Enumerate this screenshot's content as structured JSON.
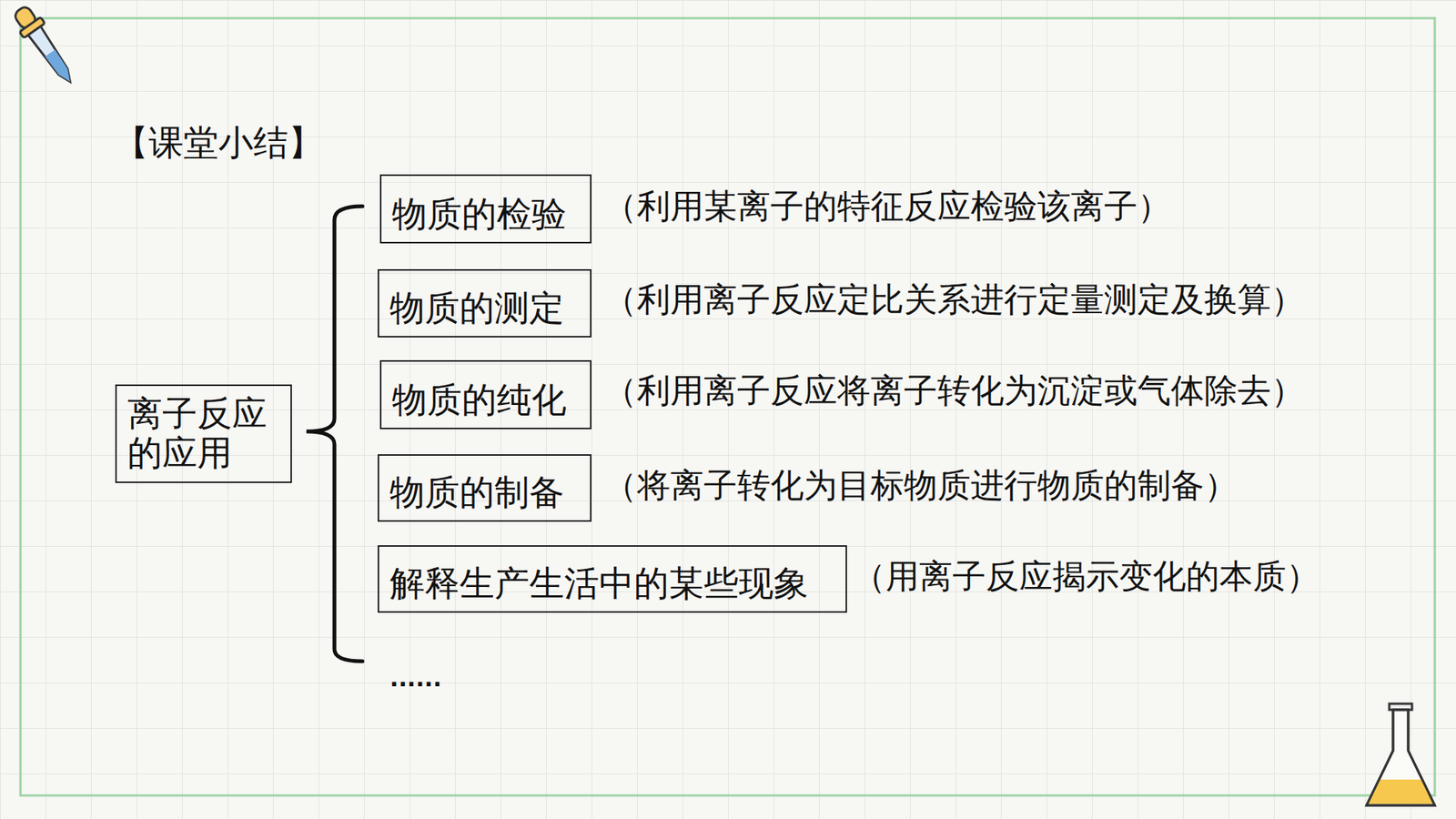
{
  "diagram": {
    "title": "【课堂小结】",
    "nodes": [
      {
        "text": [
          "离子反应 的应用"
        ]
      },
      {
        "text": [
          "物质的检验"
        ]
      },
      {
        "text": [
          "物质的测定"
        ]
      },
      {
        "text": [
          "物质的纯化"
        ]
      },
      {
        "text": [
          "物质的制备"
        ]
      },
      {
        "text": [
          "解释生产生活中的某些现象"
        ]
      }
    ],
    "labels": [
      "（利用某离子的特征反应检验该离子）",
      "（利用离子反应定比关系进行定量测定及换算）",
      "（利用离子反应将离子转化为沉淀或气体除去）",
      "（将离子转化为目标物质进行物质的制备）",
      "（用离子反应揭示变化的本质）",
      "......"
    ]
  }
}
